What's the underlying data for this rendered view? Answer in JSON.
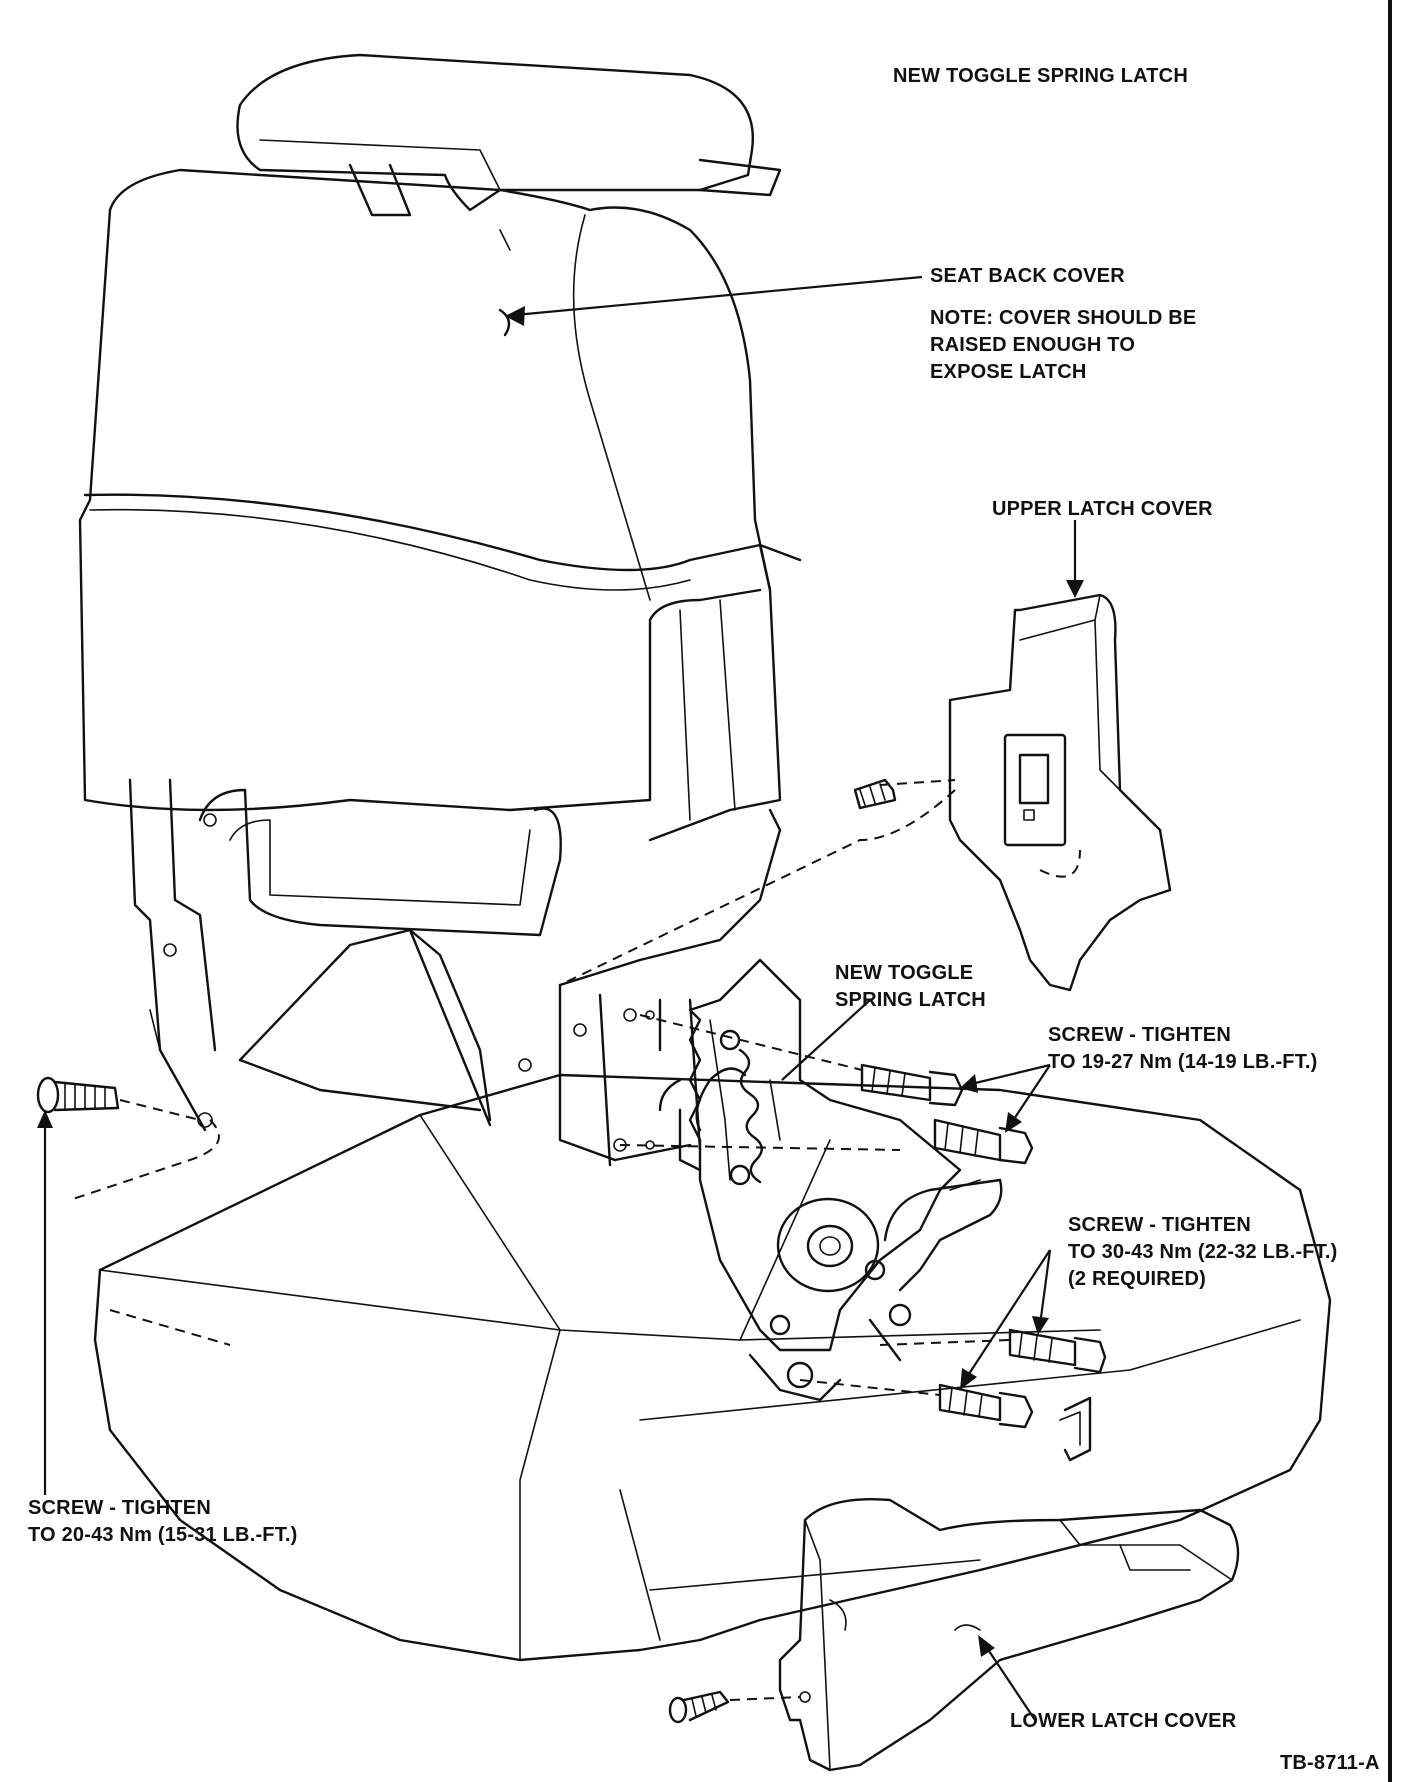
{
  "title": "NEW TOGGLE SPRING LATCH",
  "figure_id": "TB-8711-A",
  "labels": {
    "seat_back_cover": "SEAT BACK COVER",
    "note_lines": [
      "NOTE: COVER SHOULD BE",
      "RAISED ENOUGH TO",
      "EXPOSE LATCH"
    ],
    "upper_latch_cover": "UPPER LATCH COVER",
    "toggle_latch_lines": [
      "NEW TOGGLE",
      "SPRING LATCH"
    ],
    "screw_upper_lines": [
      "SCREW - TIGHTEN",
      "TO 19-27 Nm (14-19 LB.-FT.)"
    ],
    "screw_lower_lines": [
      "SCREW - TIGHTEN",
      "TO 30-43 Nm (22-32 LB.-FT.)",
      "(2 REQUIRED)"
    ],
    "screw_left_lines": [
      "SCREW - TIGHTEN",
      "TO 20-43 Nm (15-31 LB.-FT.)"
    ],
    "lower_latch_cover": "LOWER LATCH COVER"
  }
}
